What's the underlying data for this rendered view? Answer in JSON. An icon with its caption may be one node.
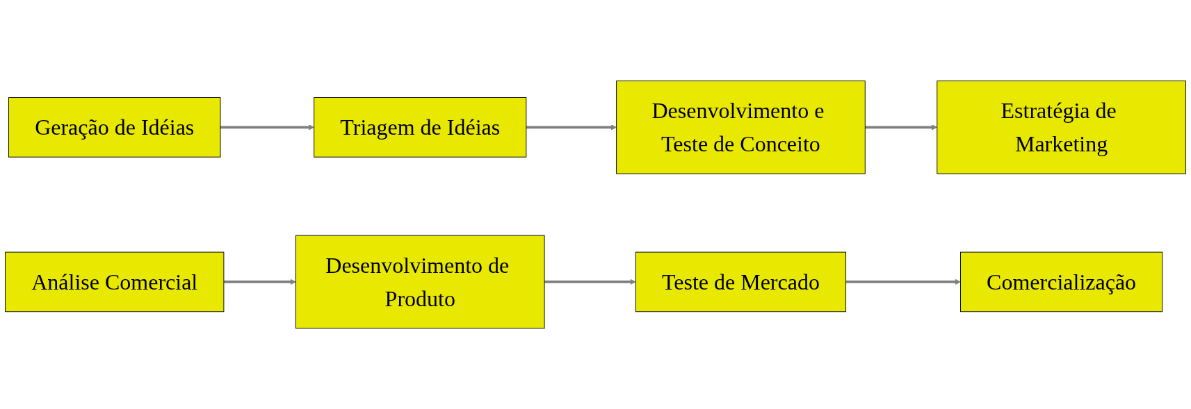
{
  "diagram": {
    "nodes": [
      {
        "text": [
          "Geração de Idéias"
        ]
      },
      {
        "text": [
          "Triagem de Idéias"
        ]
      },
      {
        "text": [
          "Desenvolvimento e Teste de Conceito"
        ]
      },
      {
        "text": [
          "Estratégia de Marketing"
        ]
      },
      {
        "text": [
          "Análise Comercial"
        ]
      },
      {
        "text": [
          "Desenvolvimento de Produto"
        ]
      },
      {
        "text": [
          "Teste de Mercado"
        ]
      },
      {
        "text": [
          "Comercialização"
        ]
      }
    ],
    "edges": [
      {
        "from": 0,
        "to": 1,
        "arrow": "to"
      },
      {
        "from": 1,
        "to": 2,
        "arrow": "to"
      },
      {
        "from": 2,
        "to": 3,
        "arrow": "to"
      },
      {
        "from": 4,
        "to": 5,
        "arrow": "to"
      },
      {
        "from": 5,
        "to": 6,
        "arrow": "to"
      },
      {
        "from": 6,
        "to": 7,
        "arrow": "to"
      }
    ]
  }
}
